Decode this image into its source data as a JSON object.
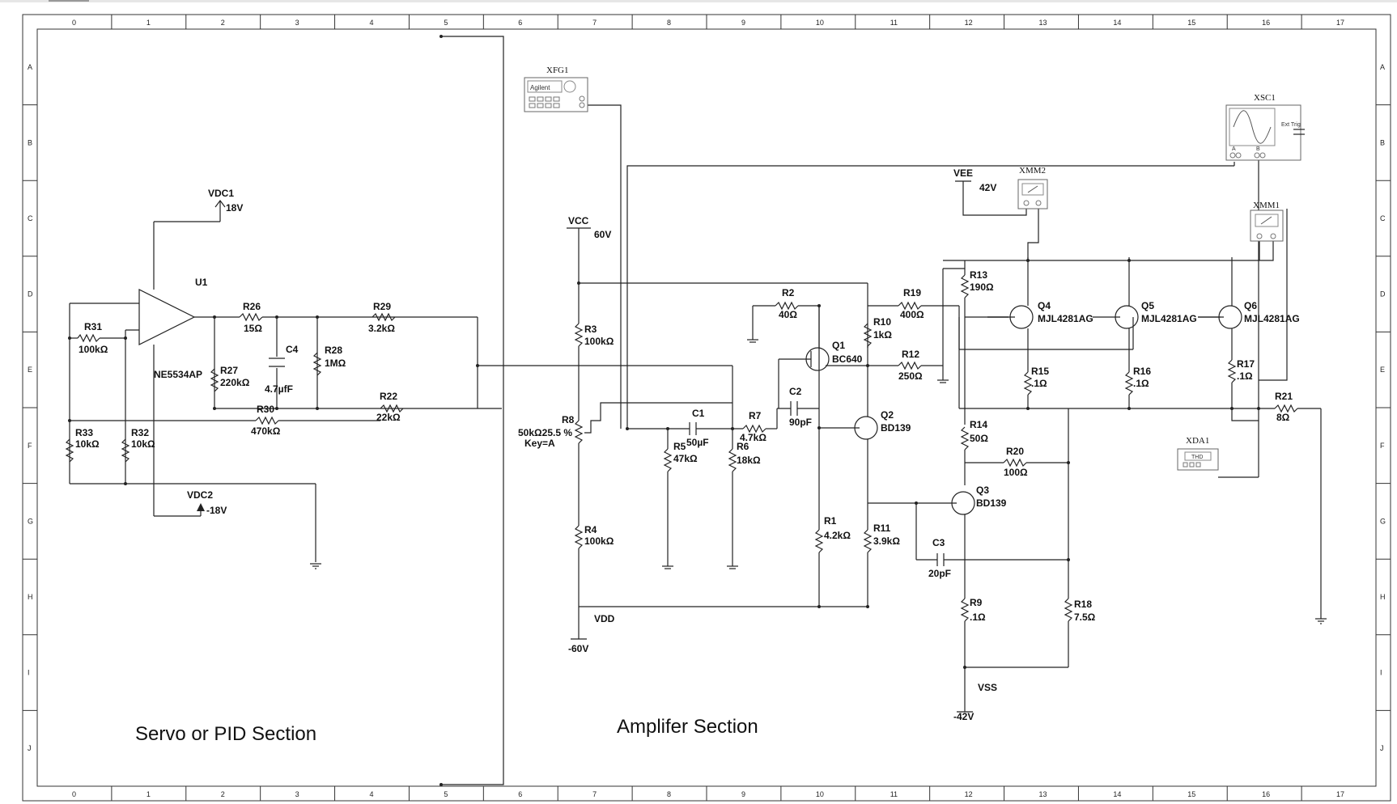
{
  "sheet": {
    "columns": [
      "0",
      "1",
      "2",
      "3",
      "4",
      "5",
      "6",
      "7",
      "8",
      "9",
      "10",
      "11",
      "12",
      "13",
      "14",
      "15",
      "16",
      "17"
    ],
    "rows": [
      "A",
      "B",
      "C",
      "D",
      "E",
      "F",
      "G",
      "H",
      "I",
      "J"
    ]
  },
  "sections": {
    "servo": "Servo or PID Section",
    "amplifier": "Amplifer Section"
  },
  "supplies": {
    "vdc1": {
      "name": "VDC1",
      "value": "18V"
    },
    "vdc2": {
      "name": "VDC2",
      "value": "-18V"
    },
    "vcc": {
      "name": "VCC",
      "value": "60V"
    },
    "vdd": {
      "name": "VDD",
      "value": "-60V"
    },
    "vee": {
      "name": "VEE",
      "value": "42V"
    },
    "vss": {
      "name": "VSS",
      "value": "-42V"
    }
  },
  "instruments": {
    "xfg1": {
      "name": "XFG1",
      "brand": "Agilent"
    },
    "xsc1": {
      "name": "XSC1",
      "ext": "Ext Trig",
      "a": "A",
      "b": "B"
    },
    "xmm1": {
      "name": "XMM1"
    },
    "xmm2": {
      "name": "XMM2"
    },
    "xda1": {
      "name": "XDA1",
      "screen": "THD"
    }
  },
  "opamp": {
    "ref": "U1",
    "part": "NE5534AP"
  },
  "resistors": {
    "r1": {
      "ref": "R1",
      "value": "4.2kΩ"
    },
    "r2": {
      "ref": "R2",
      "value": "40Ω"
    },
    "r3": {
      "ref": "R3",
      "value": "100kΩ"
    },
    "r4": {
      "ref": "R4",
      "value": "100kΩ"
    },
    "r5": {
      "ref": "R5",
      "value": "47kΩ"
    },
    "r6": {
      "ref": "R6",
      "value": "18kΩ"
    },
    "r7": {
      "ref": "R7",
      "value": "4.7kΩ"
    },
    "r8": {
      "ref": "R8",
      "value": "50kΩ25.5 %",
      "key": "Key=A"
    },
    "r9": {
      "ref": "R9",
      "value": ".1Ω"
    },
    "r10": {
      "ref": "R10",
      "value": "1kΩ"
    },
    "r11": {
      "ref": "R11",
      "value": "3.9kΩ"
    },
    "r12": {
      "ref": "R12",
      "value": "250Ω"
    },
    "r13": {
      "ref": "R13",
      "value": "190Ω"
    },
    "r14": {
      "ref": "R14",
      "value": "50Ω"
    },
    "r15": {
      "ref": "R15",
      "value": ".1Ω"
    },
    "r16": {
      "ref": "R16",
      "value": ".1Ω"
    },
    "r17": {
      "ref": "R17",
      "value": ".1Ω"
    },
    "r18": {
      "ref": "R18",
      "value": "7.5Ω"
    },
    "r19": {
      "ref": "R19",
      "value": "400Ω"
    },
    "r20": {
      "ref": "R20",
      "value": "100Ω"
    },
    "r21": {
      "ref": "R21",
      "value": "8Ω"
    },
    "r22": {
      "ref": "R22",
      "value": "22kΩ"
    },
    "r26": {
      "ref": "R26",
      "value": "15Ω"
    },
    "r27": {
      "ref": "R27",
      "value": "220kΩ"
    },
    "r28": {
      "ref": "R28",
      "value": "1MΩ"
    },
    "r29": {
      "ref": "R29",
      "value": "3.2kΩ"
    },
    "r30": {
      "ref": "R30",
      "value": "470kΩ"
    },
    "r31": {
      "ref": "R31",
      "value": "100kΩ"
    },
    "r32": {
      "ref": "R32",
      "value": "10kΩ"
    },
    "r33": {
      "ref": "R33",
      "value": "10kΩ"
    }
  },
  "capacitors": {
    "c1": {
      "ref": "C1",
      "value": "50µF"
    },
    "c2": {
      "ref": "C2",
      "value": "90pF"
    },
    "c3": {
      "ref": "C3",
      "value": "20pF"
    },
    "c4": {
      "ref": "C4",
      "value": "4.7µfF"
    }
  },
  "transistors": {
    "q1": {
      "ref": "Q1",
      "part": "BC640"
    },
    "q2": {
      "ref": "Q2",
      "part": "BD139"
    },
    "q3": {
      "ref": "Q3",
      "part": "BD139"
    },
    "q4": {
      "ref": "Q4",
      "part": "MJL4281AG"
    },
    "q5": {
      "ref": "Q5",
      "part": "MJL4281AG"
    },
    "q6": {
      "ref": "Q6",
      "part": "MJL4281AG"
    }
  }
}
